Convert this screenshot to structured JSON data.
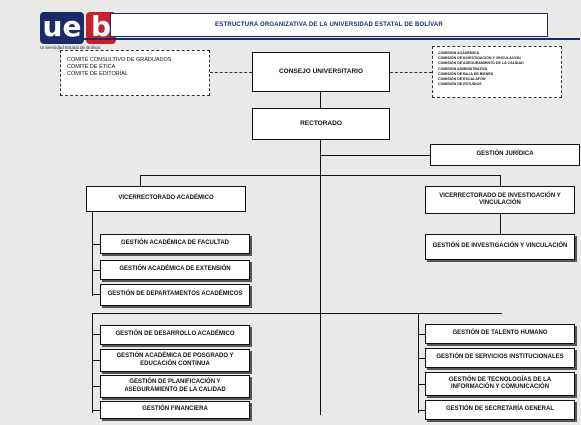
{
  "logo": {
    "mark_ue": "ue",
    "mark_b": "b",
    "subtitle": "Universidad Estatal de Bolívar",
    "colors": {
      "navy": "#1b2a6b",
      "red": "#c8202a"
    }
  },
  "title": "ESTRUCTURA ORGANIZATIVA DE LA UNIVERSIDAD ESTATAL DE BOLÍVAR",
  "committees": [
    "COMITÉ CONSULTIVO DE GRADUADOS",
    "COMITÉ DE ÉTICA",
    "COMITÉ DE EDITORIAL"
  ],
  "commissions": [
    "COMISIÓN ACADÉMICA",
    "COMISIÓN DE INVESTIGACIÓN Y VINCULACIÓN",
    "COMISIÓN DE ASEGURAMIENTO DE LA CALIDAD",
    "COMISIÓN ADMINISTRATIVA",
    "COMISIÓN DE BAJA DE BIENES",
    "COMISIÓN DE ESCALAFÓN",
    "COMISIÓN DE ESTUDIOS"
  ],
  "council": "CONSEJO UNIVERSITARIO",
  "rectorate": "RECTORADO",
  "legal": "GESTIÓN JURÍDICA",
  "vr_academic": "VICERRECTORADO ACADÉMICO",
  "vr_research": "VICERRECTORADO DE INVESTIGACIÓN Y VINCULACIÓN",
  "academic_units": [
    "GESTIÓN ACADÉMICA DE FACULTAD",
    "GESTIÓN ACADÉMICA DE EXTENSIÓN",
    "GESTIÓN DE DEPARTAMENTOS ACADÉMICOS"
  ],
  "research_unit": "GESTIÓN DE INVESTIGACIÓN Y VINCULACIÓN",
  "left_support": [
    "GESTIÓN DE DESARROLLO ACADÉMICO",
    "GESTIÓN ACADÉMICA DE POSGRADO Y EDUCACIÓN CONTINUA",
    "GESTIÓN DE PLANIFICACIÓN Y ASEGURAMIENTO DE LA CALIDAD",
    "GESTIÓN FINANCIERA"
  ],
  "right_support": [
    "GESTIÓN DE TALENTO HUMANO",
    "GESTIÓN DE SERVICIOS INSTITUCIONALES",
    "GESTIÓN DE TECNOLOGÍAS DE LA INFORMACIÓN Y COMUNICACIÓN",
    "GESTIÓN DE SECRETARÍA GENERAL"
  ]
}
